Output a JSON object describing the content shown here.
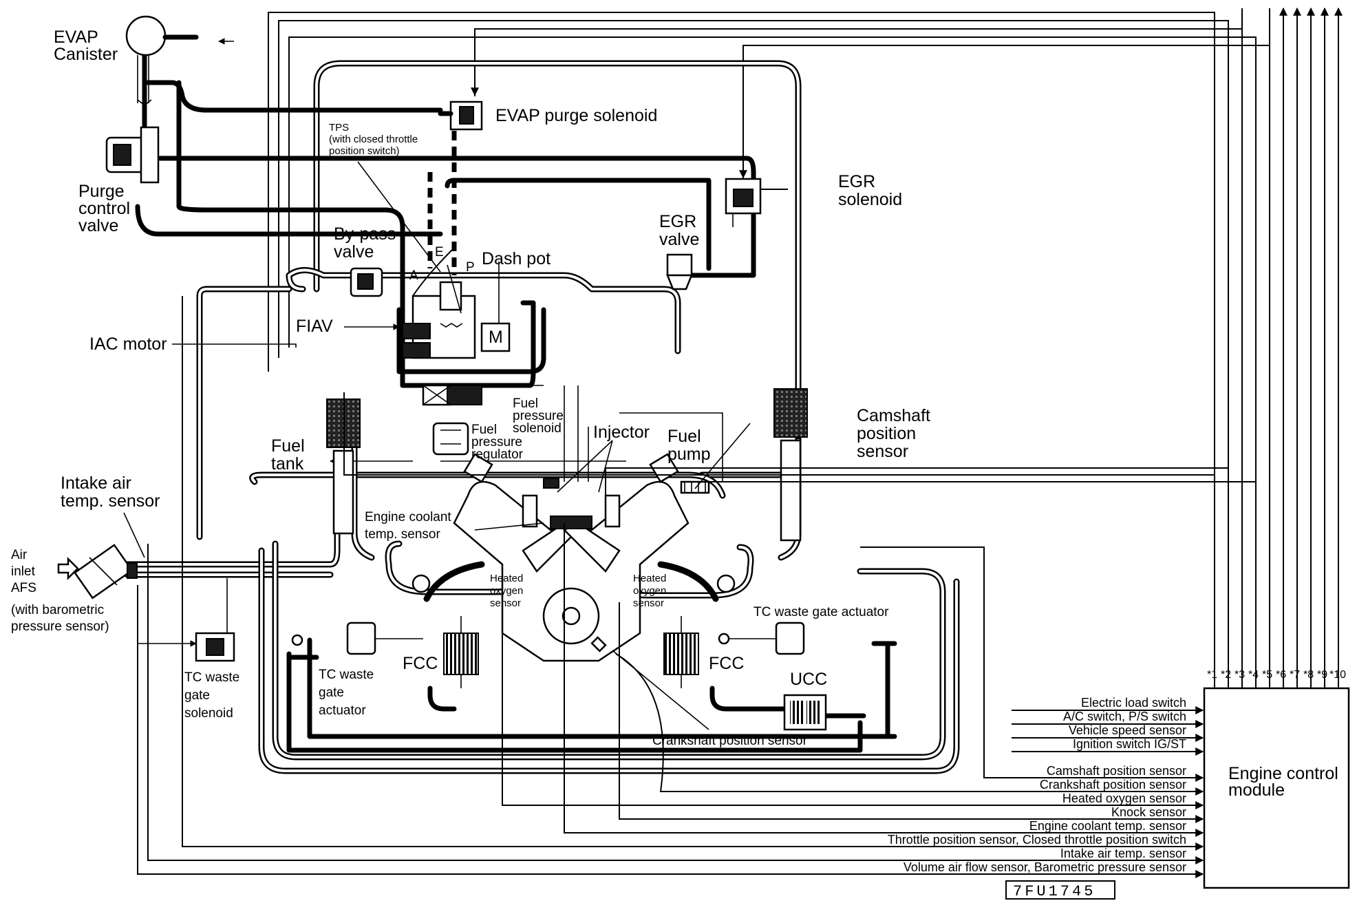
{
  "labels": {
    "evap_canister": [
      "EVAP",
      "Canister"
    ],
    "evap_purge_solenoid": "EVAP purge solenoid",
    "tps": [
      "TPS",
      "(with closed throttle",
      "position switch)"
    ],
    "purge_control_valve": [
      "Purge",
      "control",
      "valve"
    ],
    "egr_solenoid": [
      "EGR",
      "solenoid"
    ],
    "egr_valve": [
      "EGR",
      "valve"
    ],
    "bypass_valve": [
      "By-pass",
      "valve"
    ],
    "dash_pot": "Dash pot",
    "port_a": "A",
    "port_e": "E",
    "port_p": "P",
    "fiav": "FIAV",
    "motor_m": "M",
    "iac_motor": "IAC motor",
    "fuel_pressure_solenoid": [
      "Fuel",
      "pressure",
      "solenoid"
    ],
    "fuel_pressure_regulator": [
      "Fuel",
      "pressure",
      "regulator"
    ],
    "injector": "Injector",
    "fuel_pump": [
      "Fuel",
      "pump"
    ],
    "fuel_tank": [
      "Fuel",
      "tank"
    ],
    "camshaft_position_sensor": [
      "Camshaft",
      "position",
      "sensor"
    ],
    "intake_air_temp_sensor": [
      "Intake air",
      "temp. sensor"
    ],
    "engine_coolant_temp_sensor": [
      "Engine coolant",
      "temp. sensor"
    ],
    "air_inlet": [
      "Air",
      "inlet",
      "AFS",
      "(with barometric",
      "pressure sensor)"
    ],
    "heated_oxygen_sensor_left": [
      "Heated",
      "oxygen",
      "sensor"
    ],
    "heated_oxygen_sensor_right": [
      "Heated",
      "oxygen",
      "sensor"
    ],
    "tc_waste_gate_actuator_right": "TC waste gate actuator",
    "tc_waste_gate_solenoid": [
      "TC waste",
      "gate",
      "solenoid"
    ],
    "tc_waste_gate_actuator_left": [
      "TC waste",
      "gate",
      "actuator"
    ],
    "fcc_left": "FCC",
    "fcc_right": "FCC",
    "ucc": "UCC",
    "crankshaft_position_sensor": "Crankshaft position sensor",
    "engine_control_module": [
      "Engine control",
      "module"
    ],
    "figure_id": "7FU1745"
  },
  "ecm_outputs": [
    "*1",
    "*2",
    "*3",
    "*4",
    "*5",
    "*6",
    "*7",
    "*8",
    "*9",
    "*10"
  ],
  "ecm_inputs": [
    "Electric load switch",
    "A/C switch, P/S switch",
    "Vehicle speed sensor",
    "Ignition switch IG/ST",
    "Camshaft position sensor",
    "Crankshaft position sensor",
    "Heated oxygen sensor",
    "Knock sensor",
    "Engine coolant temp. sensor",
    "Throttle position sensor, Closed throttle position switch",
    "Intake air temp. sensor",
    "Volume air flow sensor, Barometric pressure sensor"
  ]
}
